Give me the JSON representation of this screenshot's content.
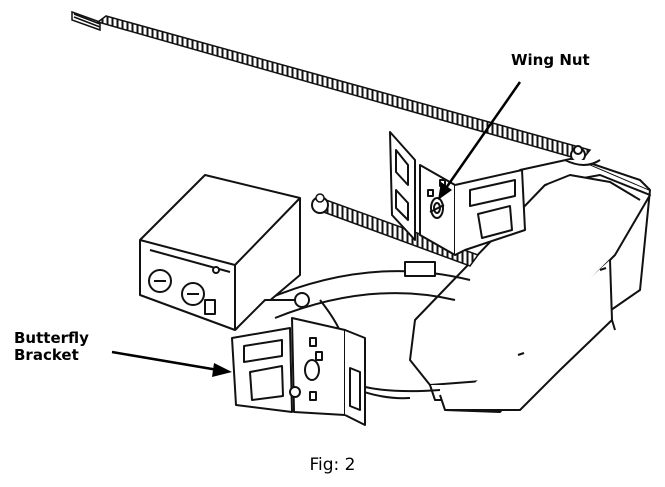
{
  "labels": {
    "wing_nut": "Wing Nut",
    "butterfly_line1": "Butterfly",
    "butterfly_line2": "Bracket"
  },
  "caption": "Fig: 2"
}
